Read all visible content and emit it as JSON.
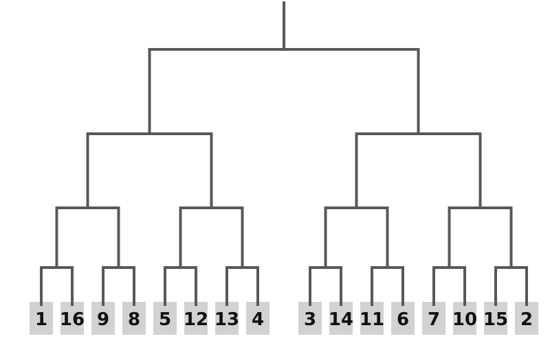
{
  "bracket": {
    "type": "single-elimination",
    "rounds": 4,
    "num_slots": 16,
    "seeds": [
      "1",
      "16",
      "9",
      "8",
      "5",
      "12",
      "13",
      "4",
      "3",
      "14",
      "11",
      "6",
      "7",
      "10",
      "15",
      "2"
    ],
    "round1_matchups": [
      [
        "1",
        "16"
      ],
      [
        "9",
        "8"
      ],
      [
        "5",
        "12"
      ],
      [
        "13",
        "4"
      ],
      [
        "3",
        "14"
      ],
      [
        "11",
        "6"
      ],
      [
        "7",
        "10"
      ],
      [
        "15",
        "2"
      ]
    ],
    "colors": {
      "line": "#58585a",
      "box_fill": "#d2d2d2",
      "label_text": "#111111",
      "background": "#ffffff"
    }
  }
}
